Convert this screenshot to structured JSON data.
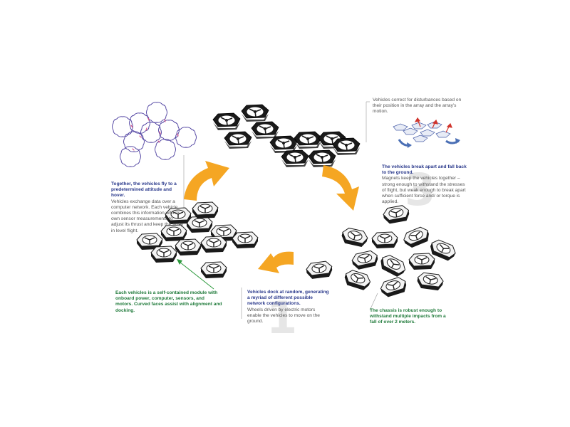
{
  "figure": {
    "colors": {
      "arrow": "#f5a623",
      "navy_heading": "#2b3a8c",
      "green_heading": "#1f7a3a",
      "body_text": "#555555",
      "module_dark": "#1a1a1a",
      "outline_hex": "#4a3c9e",
      "sensor_mark": "#d6558a",
      "leader_line": "#9a9a9a",
      "green_arrow": "#2e9a3e",
      "blue_tilt_arrow": "#4a6fb5",
      "red_force_arrow": "#d0342c",
      "step_number": "#e6e6e6"
    },
    "step_numbers": {
      "one": "1",
      "three": "3"
    },
    "captions": {
      "flight": {
        "heading": "Together, the vehicles fly to a predetermined attitude and hover.",
        "body": "Vehicles exchange data over a computer network. Each vehicle combines this information with its own sensor measurements to adjust its thrust and keep the array in level flight."
      },
      "correction": {
        "body": "Vehicles correct for disturbances based on their position in the array and the array's motion."
      },
      "breakapart": {
        "heading": "The vehicles break apart and fall back to the ground.",
        "body": "Magnets keep the vehicles together – strong enough to withstand the stresses of flight, but weak enough to break apart when sufficient force and/ or torque is applied."
      },
      "module": {
        "heading": "Each vehicles is a self-contained module with onboard power, computer, sensors, and motors. Curved faces assist with alignment and docking."
      },
      "dock": {
        "heading": "Vehicles dock at random, generating a myriad of different possible network configurations.",
        "body": "Wheels driven by electric motors enable the vehicles to move on the ground."
      },
      "chassis": {
        "heading": "The chassis is robust enough to withstand multiple impacts from a fall of over 2 meters."
      }
    },
    "icons": {
      "cycle": "orange-cycle-arrow-icon",
      "network": "hexagon-network-icon",
      "module": "hexagonal-rotor-module-icon",
      "tilt": "tilting-array-icon"
    }
  }
}
